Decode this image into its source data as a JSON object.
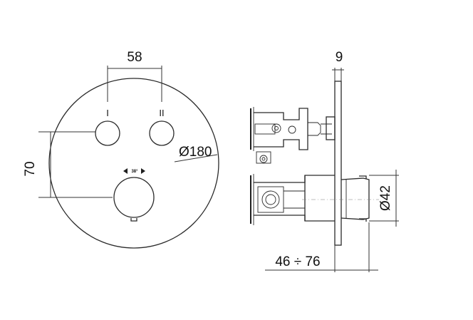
{
  "front_view": {
    "spacing_label": "58",
    "height_label": "70",
    "plate_diameter_label": "Ø180",
    "left_handle_mark": "I",
    "right_handle_mark": "II",
    "dial_stop_label": "38°"
  },
  "side_view": {
    "plate_thickness_label": "9",
    "handle_diameter_label": "Ø42",
    "depth_range_label": "46 ÷ 76"
  }
}
